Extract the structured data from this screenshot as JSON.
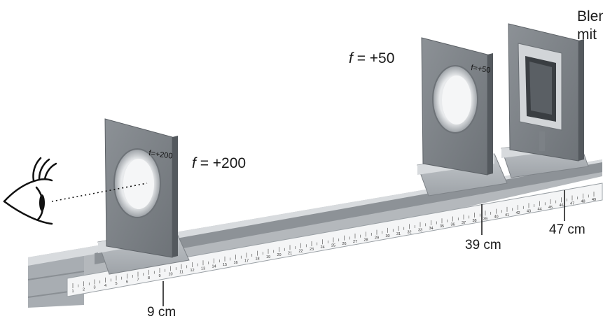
{
  "diagram": {
    "lenses": [
      {
        "label_var": "f",
        "label_value": "= +200",
        "plate_text": "f=+200"
      },
      {
        "label_var": "f",
        "label_value": "= +50",
        "plate_text": "f=+50"
      }
    ],
    "aperture_label_line1": "Blen",
    "aperture_label_line2": "mit",
    "positions": [
      "9 cm",
      "39 cm",
      "47 cm"
    ],
    "rail_scale_start": 1,
    "rail_scale_end": 49
  }
}
